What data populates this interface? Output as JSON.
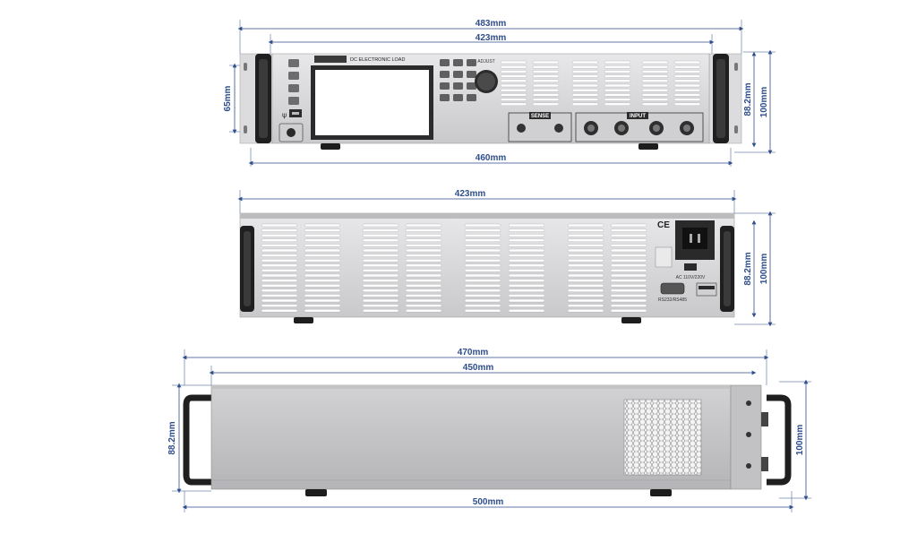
{
  "dimensions": {
    "front_width_outer": "483mm",
    "front_width_inner": "423mm",
    "front_height_small": "65mm",
    "front_height_mid": "88.2mm",
    "front_height_full": "100mm",
    "front_bottom_width": "460mm",
    "rear_width": "423mm",
    "rear_height_mid": "88.2mm",
    "rear_height_full": "100mm",
    "side_width_mid": "470mm",
    "side_width_inner": "450mm",
    "side_width_full": "500mm",
    "side_height_left": "88.2mm",
    "side_height_right": "100mm"
  },
  "front_panel": {
    "brand_label": "DC ELECTRONIC LOAD",
    "knob_label": "ADJUST",
    "sense_label": "SENSE",
    "input_label": "INPUT",
    "usb_symbol": "ψ"
  },
  "rear_panel": {
    "ce_mark": "CE",
    "voltage_label": "AC 110V/220V",
    "comm_label": "RS232/RS485"
  },
  "colors": {
    "dimension": "#2f4e8c",
    "chassis": "#d8d8da",
    "handle": "#222222"
  }
}
